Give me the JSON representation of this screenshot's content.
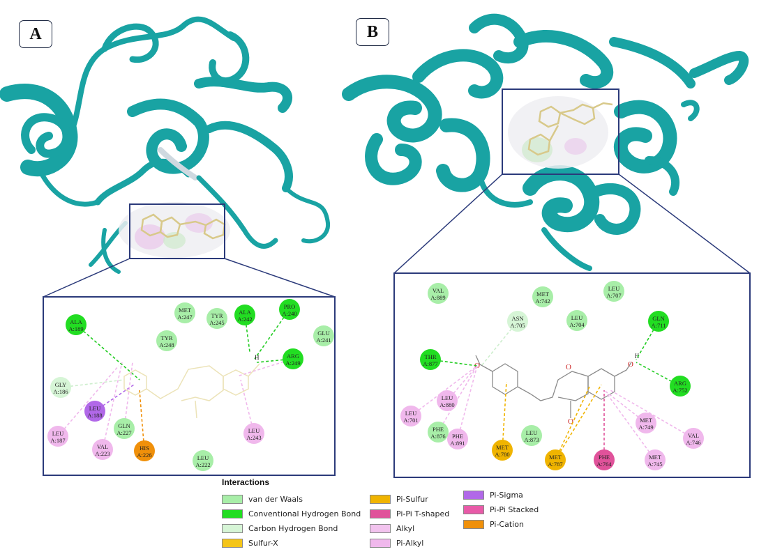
{
  "panels": [
    {
      "label": "A"
    },
    {
      "label": "B"
    }
  ],
  "colors": {
    "protein": "#1aa5a5",
    "box_border": "#2b3a7a",
    "ligand": "#d8c98a",
    "vdw": "#a8eea8",
    "conventional_hbond": "#22dd22",
    "carbon_hbond": "#d6f5d6",
    "sulfur_x": "#f5c518",
    "pi_sulfur": "#f0b400",
    "pi_pi_tshaped": "#e0529a",
    "alkyl": "#f2c3ee",
    "pi_alkyl": "#f0b8ec",
    "pi_sigma": "#b168e8",
    "pi_pi_stacked": "#e85aa8",
    "pi_cation": "#f0900a"
  },
  "panel_a_residues": [
    {
      "id": "ala189",
      "l1": "ALA",
      "l2": "A:189",
      "type": "conventional_hbond"
    },
    {
      "id": "met247",
      "l1": "MET",
      "l2": "A:247",
      "type": "vdw"
    },
    {
      "id": "tyr245",
      "l1": "TYR",
      "l2": "A:245",
      "type": "vdw"
    },
    {
      "id": "ala242",
      "l1": "ALA",
      "l2": "A:242",
      "type": "conventional_hbond"
    },
    {
      "id": "pro240",
      "l1": "PRO",
      "l2": "A:240",
      "type": "conventional_hbond"
    },
    {
      "id": "glu241",
      "l1": "GLU",
      "l2": "A:241",
      "type": "vdw"
    },
    {
      "id": "tyr248",
      "l1": "TYR",
      "l2": "A:248",
      "type": "vdw"
    },
    {
      "id": "arg249",
      "l1": "ARG",
      "l2": "A:249",
      "type": "conventional_hbond"
    },
    {
      "id": "gly186",
      "l1": "GLY",
      "l2": "A:186",
      "type": "carbon_hbond"
    },
    {
      "id": "leu188",
      "l1": "LEU",
      "l2": "A:188",
      "type": "pi_sigma"
    },
    {
      "id": "leu187",
      "l1": "LEU",
      "l2": "A:187",
      "type": "pi_alkyl"
    },
    {
      "id": "gln227",
      "l1": "GLN",
      "l2": "A:227",
      "type": "vdw"
    },
    {
      "id": "val223",
      "l1": "VAL",
      "l2": "A:223",
      "type": "pi_alkyl"
    },
    {
      "id": "his226",
      "l1": "HIS",
      "l2": "A:226",
      "type": "pi_cation"
    },
    {
      "id": "leu243",
      "l1": "LEU",
      "l2": "A:243",
      "type": "pi_alkyl"
    },
    {
      "id": "leu222",
      "l1": "LEU",
      "l2": "A:222",
      "type": "vdw"
    }
  ],
  "panel_b_residues": [
    {
      "id": "val889",
      "l1": "VAL",
      "l2": "A:889",
      "type": "vdw"
    },
    {
      "id": "met742",
      "l1": "MET",
      "l2": "A:742",
      "type": "vdw"
    },
    {
      "id": "leu707",
      "l1": "LEU",
      "l2": "A:707",
      "type": "vdw"
    },
    {
      "id": "asn705",
      "l1": "ASN",
      "l2": "A:705",
      "type": "carbon_hbond"
    },
    {
      "id": "leu704",
      "l1": "LEU",
      "l2": "A:704",
      "type": "vdw"
    },
    {
      "id": "gln711",
      "l1": "GLN",
      "l2": "A:711",
      "type": "conventional_hbond"
    },
    {
      "id": "thr877",
      "l1": "THR",
      "l2": "A:877",
      "type": "conventional_hbond"
    },
    {
      "id": "arg752",
      "l1": "ARG",
      "l2": "A:752",
      "type": "conventional_hbond"
    },
    {
      "id": "leu880",
      "l1": "LEU",
      "l2": "A:880",
      "type": "pi_alkyl"
    },
    {
      "id": "leu701",
      "l1": "LEU",
      "l2": "A:701",
      "type": "pi_alkyl"
    },
    {
      "id": "phe876",
      "l1": "PHE",
      "l2": "A:876",
      "type": "vdw"
    },
    {
      "id": "phe891",
      "l1": "PHE",
      "l2": "A:891",
      "type": "pi_alkyl"
    },
    {
      "id": "leu873",
      "l1": "LEU",
      "l2": "A:873",
      "type": "vdw"
    },
    {
      "id": "met780",
      "l1": "MET",
      "l2": "A:780",
      "type": "pi_sulfur"
    },
    {
      "id": "met787",
      "l1": "MET",
      "l2": "A:787",
      "type": "pi_sulfur"
    },
    {
      "id": "phe764",
      "l1": "PHE",
      "l2": "A:764",
      "type": "pi_pi_tshaped"
    },
    {
      "id": "met749",
      "l1": "MET",
      "l2": "A:749",
      "type": "pi_alkyl"
    },
    {
      "id": "val746",
      "l1": "VAL",
      "l2": "A:746",
      "type": "pi_alkyl"
    },
    {
      "id": "met745",
      "l1": "MET",
      "l2": "A:745",
      "type": "pi_alkyl"
    }
  ],
  "atom_labels": {
    "hydroxyl_h": "H",
    "oxygen": "O"
  },
  "legend": {
    "title": "Interactions",
    "items": [
      {
        "label": "van der Waals",
        "type": "vdw"
      },
      {
        "label": "Conventional Hydrogen Bond",
        "type": "conventional_hbond"
      },
      {
        "label": "Carbon Hydrogen Bond",
        "type": "carbon_hbond"
      },
      {
        "label": "Sulfur-X",
        "type": "sulfur_x"
      },
      {
        "label": "Pi-Sulfur",
        "type": "pi_sulfur"
      },
      {
        "label": "Pi-Pi T-shaped",
        "type": "pi_pi_tshaped"
      },
      {
        "label": "Alkyl",
        "type": "alkyl"
      },
      {
        "label": "Pi-Alkyl",
        "type": "pi_alkyl"
      },
      {
        "label": "Pi-Sigma",
        "type": "pi_sigma"
      },
      {
        "label": "Pi-Pi Stacked",
        "type": "pi_pi_stacked"
      },
      {
        "label": "Pi-Cation",
        "type": "pi_cation"
      }
    ]
  }
}
